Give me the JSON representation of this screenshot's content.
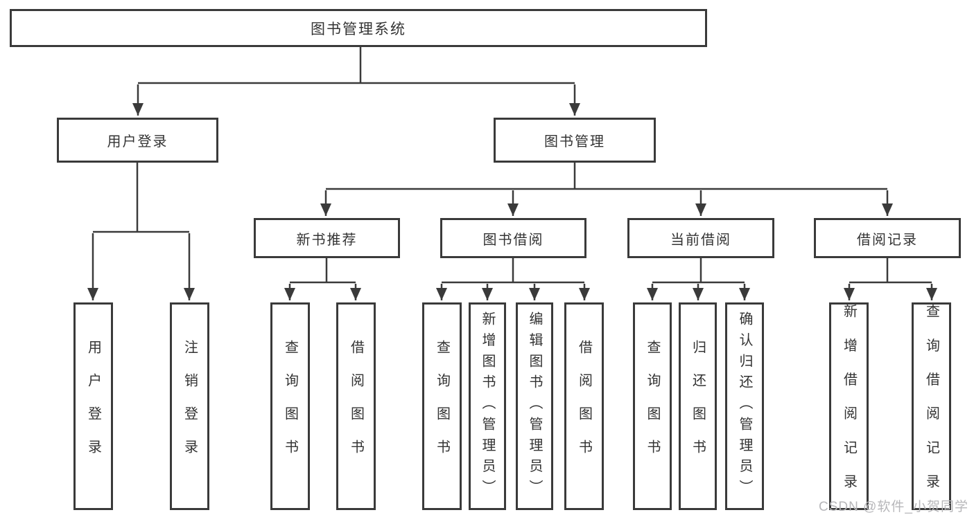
{
  "colors": {
    "line": "#3a3a3a",
    "text": "#333333",
    "bg": "#ffffff",
    "watermark": "#b7b7ba"
  },
  "tree": {
    "root": {
      "label": "图书管理系统"
    },
    "branches": [
      {
        "label": "用户登录",
        "children": [
          {
            "label": "用户登录"
          },
          {
            "label": "注销登录"
          }
        ]
      },
      {
        "label": "图书管理",
        "children": [
          {
            "label": "新书推荐",
            "children": [
              {
                "label": "查询图书"
              },
              {
                "label": "借阅图书"
              }
            ]
          },
          {
            "label": "图书借阅",
            "children": [
              {
                "label": "查询图书"
              },
              {
                "label": "新增图书（管理员）"
              },
              {
                "label": "编辑图书（管理员）"
              },
              {
                "label": "借阅图书"
              }
            ]
          },
          {
            "label": "当前借阅",
            "children": [
              {
                "label": "查询图书"
              },
              {
                "label": "归还图书"
              },
              {
                "label": "确认归还（管理员）"
              }
            ]
          },
          {
            "label": "借阅记录",
            "children": [
              {
                "label": "新增借阅记录"
              },
              {
                "label": "查询借阅记录"
              }
            ]
          }
        ]
      }
    ]
  },
  "watermark": {
    "text": "CSDN @软件_小贺同学"
  }
}
